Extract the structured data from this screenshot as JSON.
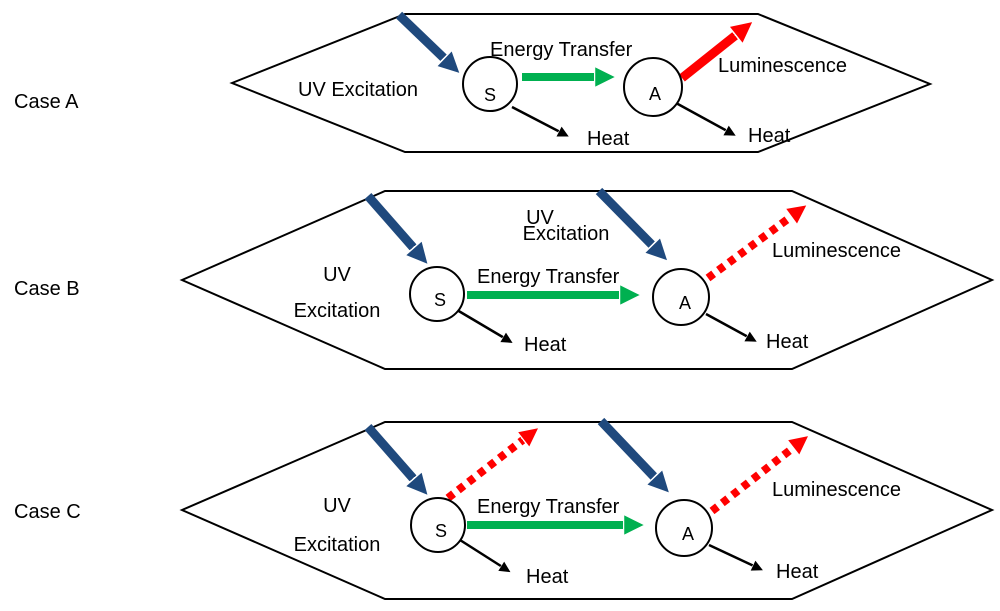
{
  "colors": {
    "uv_arrow": "#1F497D",
    "energy_transfer_arrow": "#00B050",
    "luminescence_arrow": "#FF0000",
    "heat_arrow": "#000000",
    "outline": "#000000"
  },
  "cases": [
    {
      "label": "Case A",
      "labels": {
        "uv": "UV Excitation",
        "transfer": "Energy Transfer",
        "luminescence": "Luminescence",
        "heat_s": "Heat",
        "heat_a": "Heat"
      },
      "nodes": {
        "s": "S",
        "a": "A"
      },
      "luminescence_style": "solid"
    },
    {
      "label": "Case B",
      "labels": {
        "uv_s_line1": "UV",
        "uv_s_line2": "Excitation",
        "uv_a_line1": "UV",
        "uv_a_line2": "Excitation",
        "transfer": "Energy Transfer",
        "luminescence": "Luminescence",
        "heat_s": "Heat",
        "heat_a": "Heat"
      },
      "nodes": {
        "s": "S",
        "a": "A"
      },
      "luminescence_style": "dotted"
    },
    {
      "label": "Case C",
      "labels": {
        "uv_line1": "UV",
        "uv_line2": "Excitation",
        "transfer": "Energy Transfer",
        "luminescence": "Luminescence",
        "heat_s": "Heat",
        "heat_a": "Heat"
      },
      "nodes": {
        "s": "S",
        "a": "A"
      },
      "luminescence_style": "dotted"
    }
  ]
}
